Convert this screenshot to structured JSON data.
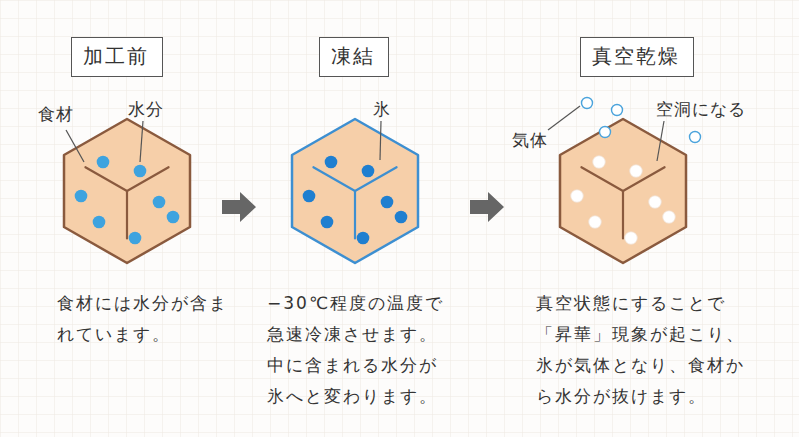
{
  "diagram": {
    "nodes": [
      {
        "text": [
          "加工前"
        ]
      },
      {
        "text": [
          "凍結"
        ]
      },
      {
        "text": [
          "真空乾燥"
        ]
      }
    ],
    "labels": [
      "食材",
      "水分",
      "食材には水分が含まれています。",
      "氷",
      "−30℃程度の温度で急速冷凍させます。中に含まれる水分が氷へと変わります。",
      "気体",
      "空洞になる",
      "真空状態にすることで「昇華」現象が起こり、氷が気体となり、食材から水分が抜けます。"
    ]
  }
}
